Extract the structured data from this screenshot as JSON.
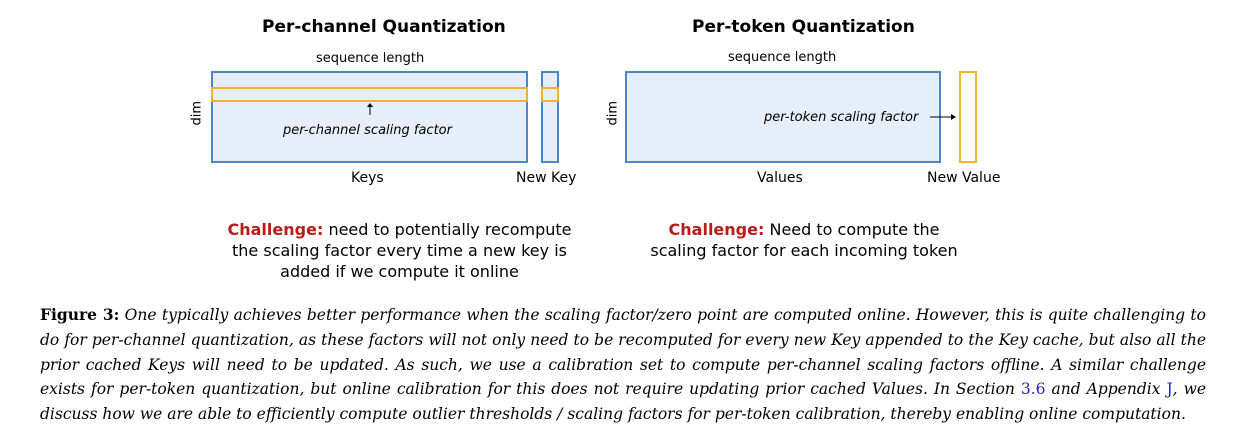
{
  "left": {
    "title": "Per-channel Quantization",
    "seq_label": "sequence length",
    "dim_label": "dim",
    "scaling_label": "per-channel scaling factor",
    "keys_label": "Keys",
    "new_label": "New Key",
    "challenge_prefix": "Challenge:",
    "challenge_line1": "need to potentially recompute",
    "challenge_line2": "the scaling factor every time a new key is",
    "challenge_line3": "added if we compute it online"
  },
  "right": {
    "title": "Per-token Quantization",
    "seq_label": "sequence length",
    "dim_label": "dim",
    "scaling_label": "per-token scaling factor",
    "values_label": "Values",
    "new_label": "New Value",
    "challenge_prefix": "Challenge:",
    "challenge_line1": "Need to compute the",
    "challenge_line2": "scaling factor for each incoming token"
  },
  "caption": {
    "label": "Figure 3:",
    "text_1": "One typically achieves better performance when the scaling factor/zero point are computed online. However, this is quite challenging to do for per-channel quantization, as these factors will not only need to be recomputed for every new Key appended to the Key cache, but also all the prior cached Keys will need to be updated. As such, we use a calibration set to compute per-channel scaling factors offline. A similar challenge exists for per-token quantization, but online calibration for this does not require updating prior cached Values. In Section",
    "ref_section": "3.6",
    "text_2": "and Appendix",
    "ref_appendix": "J",
    "text_3": ", we discuss how we are able to efficiently compute outlier thresholds / scaling factors for per-token calibration, thereby enabling online computation."
  },
  "colors": {
    "box_fill": "#e6eff9",
    "box_border": "#4a86c8",
    "highlight": "#f5b225",
    "challenge": "#b71c1c",
    "link": "#2323c8"
  }
}
